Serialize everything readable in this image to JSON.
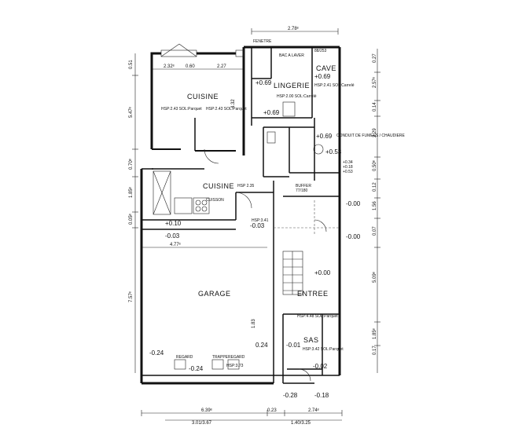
{
  "rooms": {
    "cuisine_upper": "CUISINE",
    "cuisine_lower": "CUISINE",
    "lingerie": "LINGERIE",
    "cave": "CAVE",
    "garage": "GARAGE",
    "entree": "ENTREE",
    "sas": "SAS"
  },
  "notes": {
    "fenetre": "FENETRE",
    "bac_laver": "BAC A LAVER",
    "cave_area": "88/253",
    "conduit": "CONDUIT DE FUMEES / CHAUDIERE",
    "buffer": "BUFFER",
    "buffer_dim": "77/180",
    "cuisson": "CUISSON",
    "hsp_cuisine_1": "HSP:2.43 SOL:Parquet",
    "hsp_cuisine_2": "HSP:2.43 SOL:Parquet",
    "hsp_cuisine_low": "HSP 2.35",
    "hsp_lingerie": "HSP:2.00 SOL:Carrelé",
    "hsp_cave": "HSP:2.41 SOL:Carrelé",
    "hsp_entree": "HSP:4.48 SOL:Parquet",
    "hsp_sas": "HSP:3.42 SOL:Parquet",
    "hsp_garage": "HSP:3.73",
    "hsp_stair": "HSP:3.41",
    "regard_1": "REGARD",
    "regard_2": "REGARD",
    "trappe": "TRAPPE"
  },
  "levels": {
    "lingerie_1": "+0.69",
    "lingerie_2": "+0.69",
    "cave": "+0.69",
    "right_1": "+0.69",
    "right_2": "+0.53",
    "right_3": "+0.34",
    "right_4": "+0.18",
    "right_5": "+0.53",
    "cuisine_low": "+0.10",
    "cuisine_low2": "-0.03",
    "stair_mid": "-0.03",
    "entree_right": "-0.00",
    "entree_right2": "-0.00",
    "entree_mid": "+0.00",
    "garage_low": "-0.24",
    "garage_low2": "-0.24",
    "entree_low": "0.24",
    "entree_low2": "-0.01",
    "sas_low": "-0.02",
    "bottom_1": "-0.28",
    "bottom_2": "-0.18"
  },
  "dimensions": {
    "top_total": "2.78ᵉ",
    "kitchen_top_a": "2.32ᵉ",
    "kitchen_top_b": "0.60",
    "kitchen_top_c": "2.27",
    "left_1": "0.51",
    "left_2": "5.47ᵉ",
    "left_3": "0.70ᵉ",
    "left_4": "1.85ᵉ",
    "left_5": "0.05ᵉ",
    "left_6": "7.57ᵉ",
    "right_1": "0.27",
    "right_2": "2.57ᵉ",
    "right_3": "0.14",
    "right_4": "2.29",
    "right_5": "0.50ᵉ",
    "right_6": "0.12",
    "right_7": "1.56",
    "right_8": "0.07",
    "right_9": "5.09ᵉ",
    "right_10": "1.85ᵉ",
    "right_11": "0.17",
    "garage_width": "4.77ᵉ",
    "bottom_a": "6.39ᵉ",
    "bottom_b": "0.23",
    "bottom_c": "2.74ᵉ",
    "bottom_d": "3.01/3.67",
    "bottom_e": "1.40/3.25",
    "mid_v": "1.83",
    "kitchen_v": "4.32"
  }
}
